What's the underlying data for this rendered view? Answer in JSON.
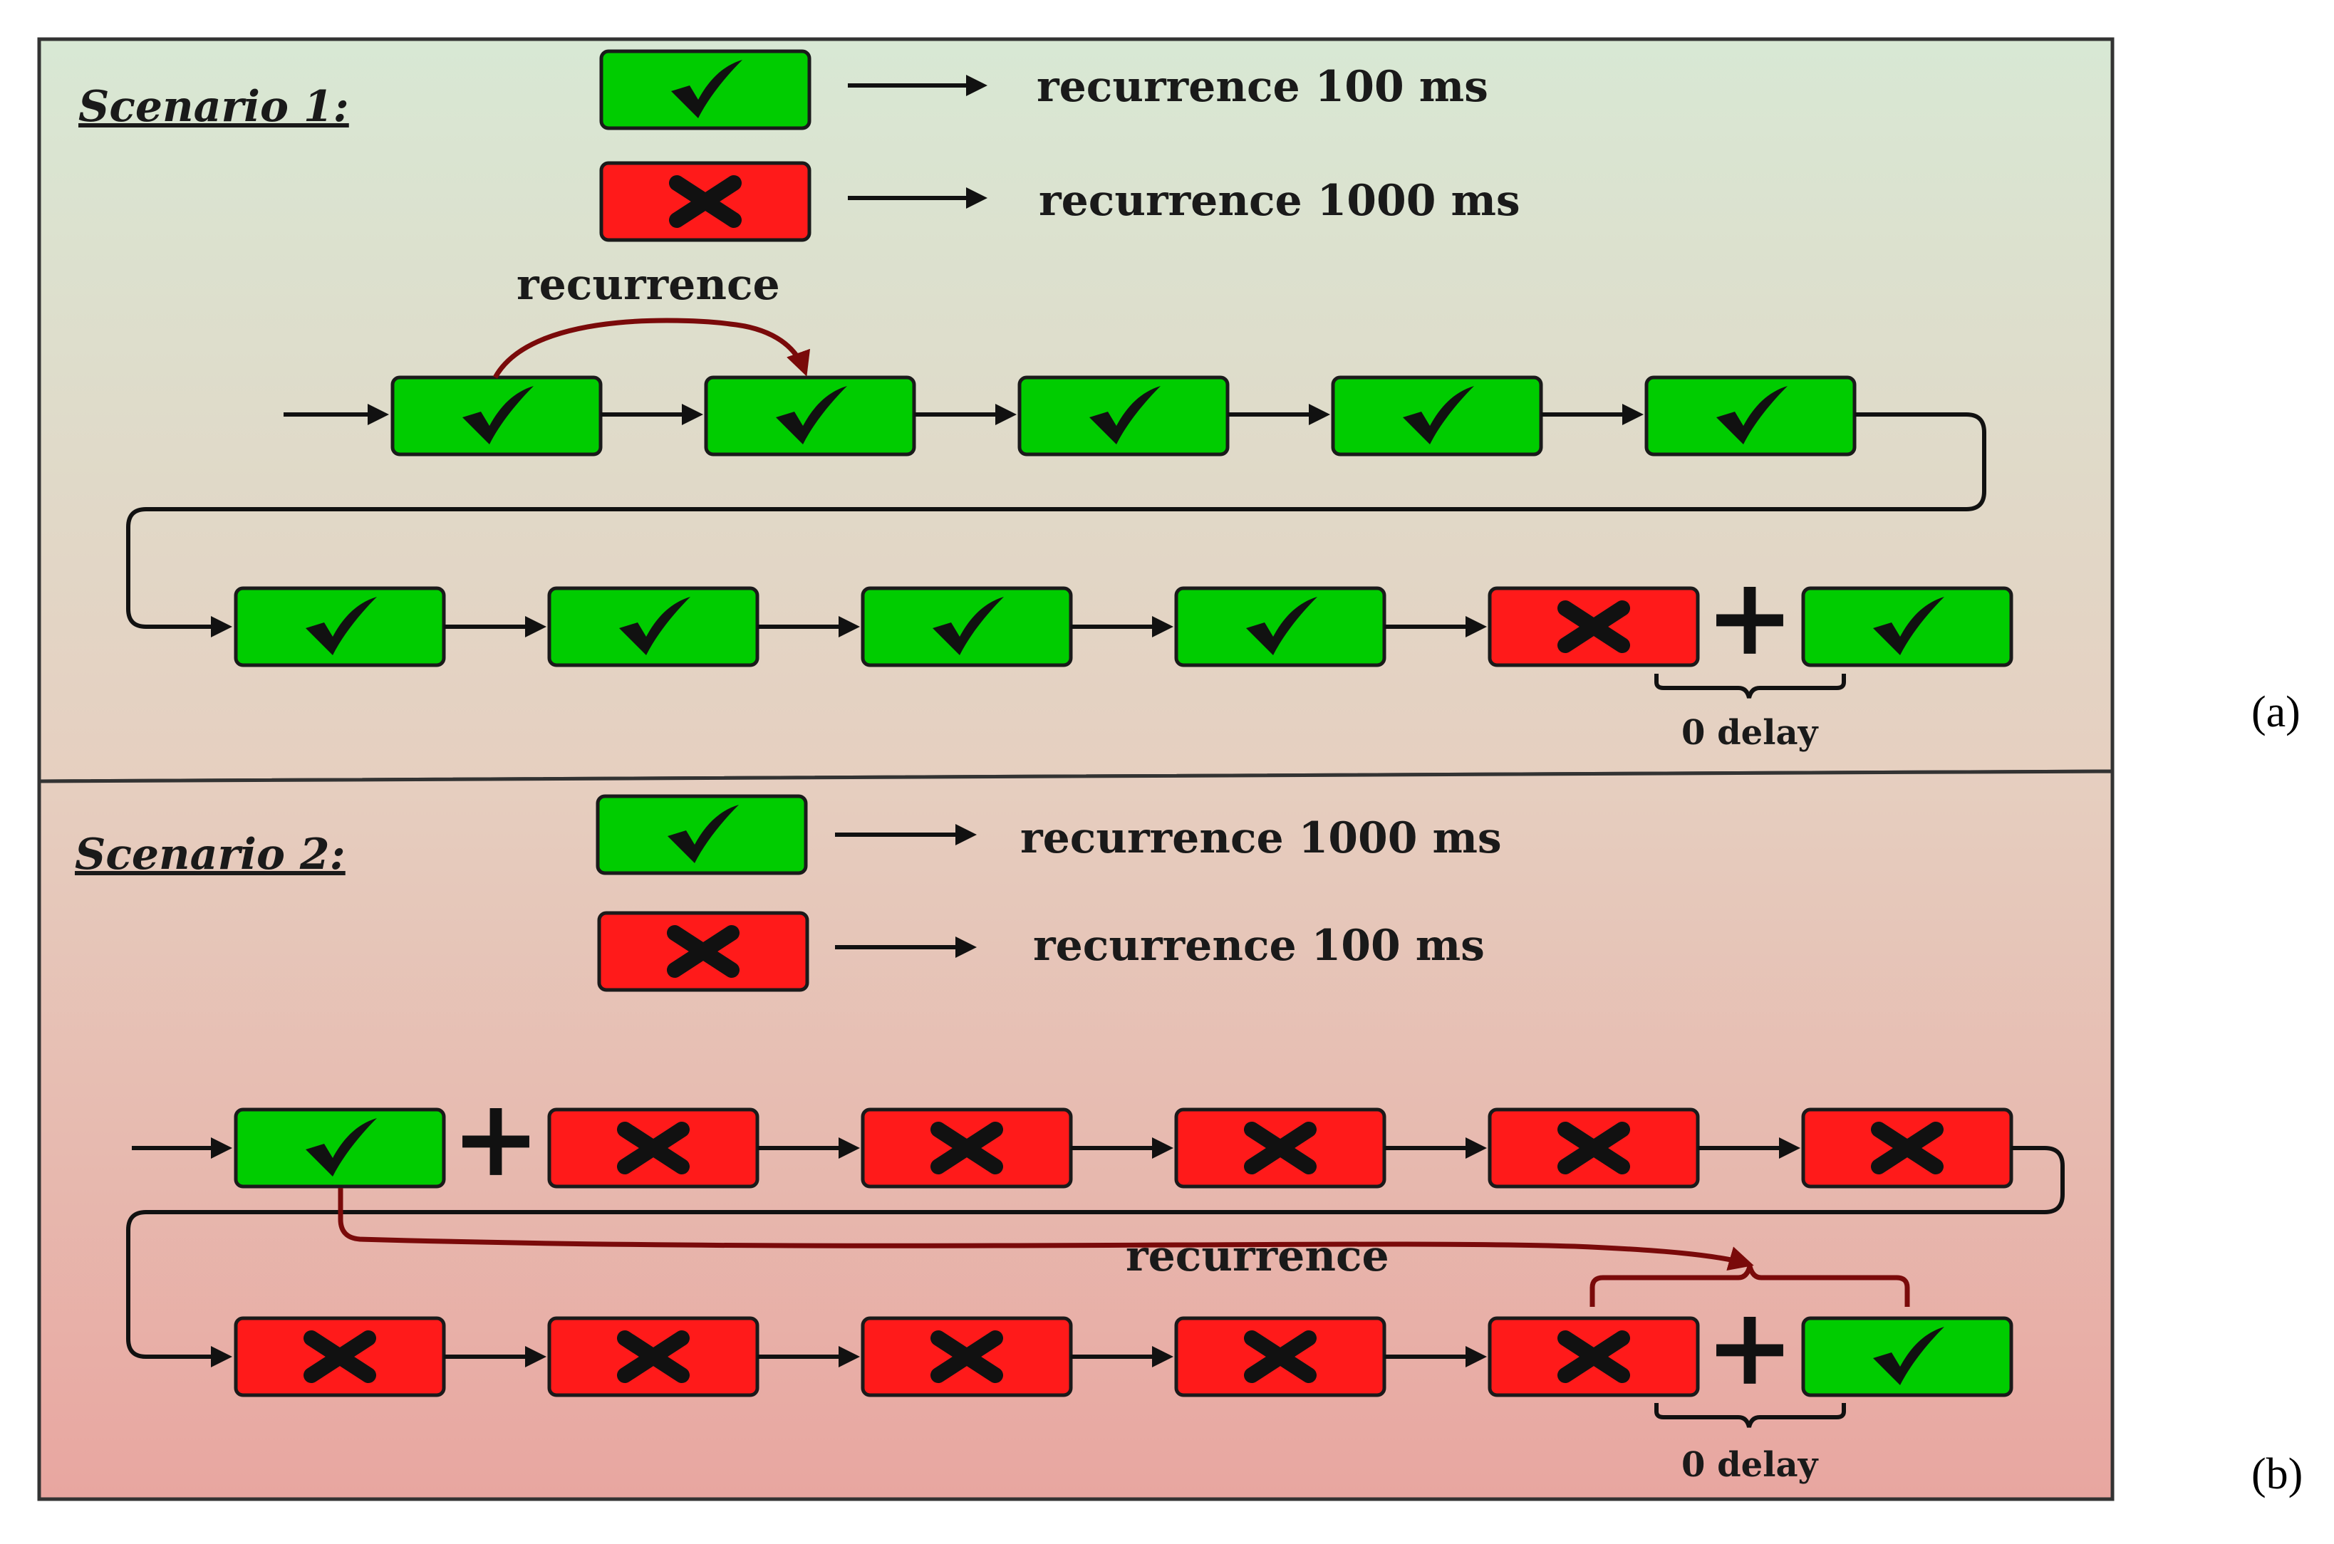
{
  "panel_a": {
    "title": "Scenario 1:",
    "legend": [
      {
        "status": "success",
        "text": "recurrence 100 ms"
      },
      {
        "status": "failure",
        "text": "recurrence 1000 ms"
      }
    ],
    "recurrence_label": "recurrence",
    "row1": [
      "success",
      "success",
      "success",
      "success",
      "success"
    ],
    "row2": [
      "success",
      "success",
      "success",
      "success",
      "failure",
      "success"
    ],
    "plus_symbol": "+",
    "delay_label": "0 delay",
    "mark": "(a)"
  },
  "panel_b": {
    "title": "Scenario 2:",
    "legend": [
      {
        "status": "success",
        "text": "recurrence 1000 ms"
      },
      {
        "status": "failure",
        "text": "recurrence 100 ms"
      }
    ],
    "recurrence_label": "recurrence",
    "row1": [
      "success",
      "failure",
      "failure",
      "failure",
      "failure",
      "failure"
    ],
    "row2": [
      "failure",
      "failure",
      "failure",
      "failure",
      "failure",
      "success"
    ],
    "plus_symbol": "+",
    "delay_label": "0 delay",
    "mark": "(b)"
  },
  "colors": {
    "success": "#00cc00",
    "failure": "#ff1a1a",
    "recurrence_arrow": "#7a0a0a",
    "panel_a_top": "#d8e8d4",
    "panel_a_bottom": "#e6cfc0",
    "panel_b_top": "#e6cfc0",
    "panel_b_bottom": "#e8a6a0"
  },
  "icons": {
    "success": "checkmark-icon",
    "failure": "cross-icon"
  }
}
